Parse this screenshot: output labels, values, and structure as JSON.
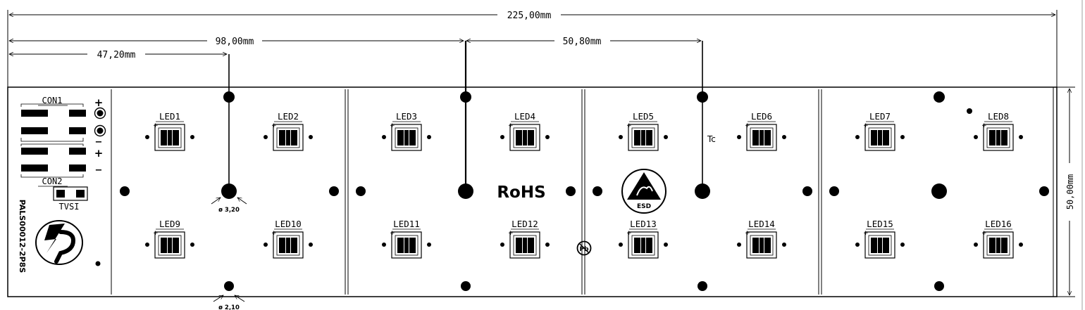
{
  "dimensions": {
    "overall": "225,00mm",
    "hole_offset_1": "47,20mm",
    "hole_offset_2": "98,00mm",
    "hole_pitch": "50,80mm",
    "height": "50,00mm",
    "hole_dia_large": "ø 3,20",
    "hole_dia_small": "ø 2,10"
  },
  "connectors": {
    "con1": "CON1",
    "con2": "CON2",
    "tvs": "TVSI",
    "plus": "+",
    "minus": "−"
  },
  "part_number": "PALS00012-2P8S",
  "leds": [
    "LED1",
    "LED2",
    "LED3",
    "LED4",
    "LED5",
    "LED6",
    "LED7",
    "LED8",
    "LED9",
    "LED10",
    "LED11",
    "LED12",
    "LED13",
    "LED14",
    "LED15",
    "LED16"
  ],
  "marks": {
    "rohs": "RoHS",
    "esd": "ESD",
    "tc": "Tc",
    "pb_free": "Pb"
  }
}
